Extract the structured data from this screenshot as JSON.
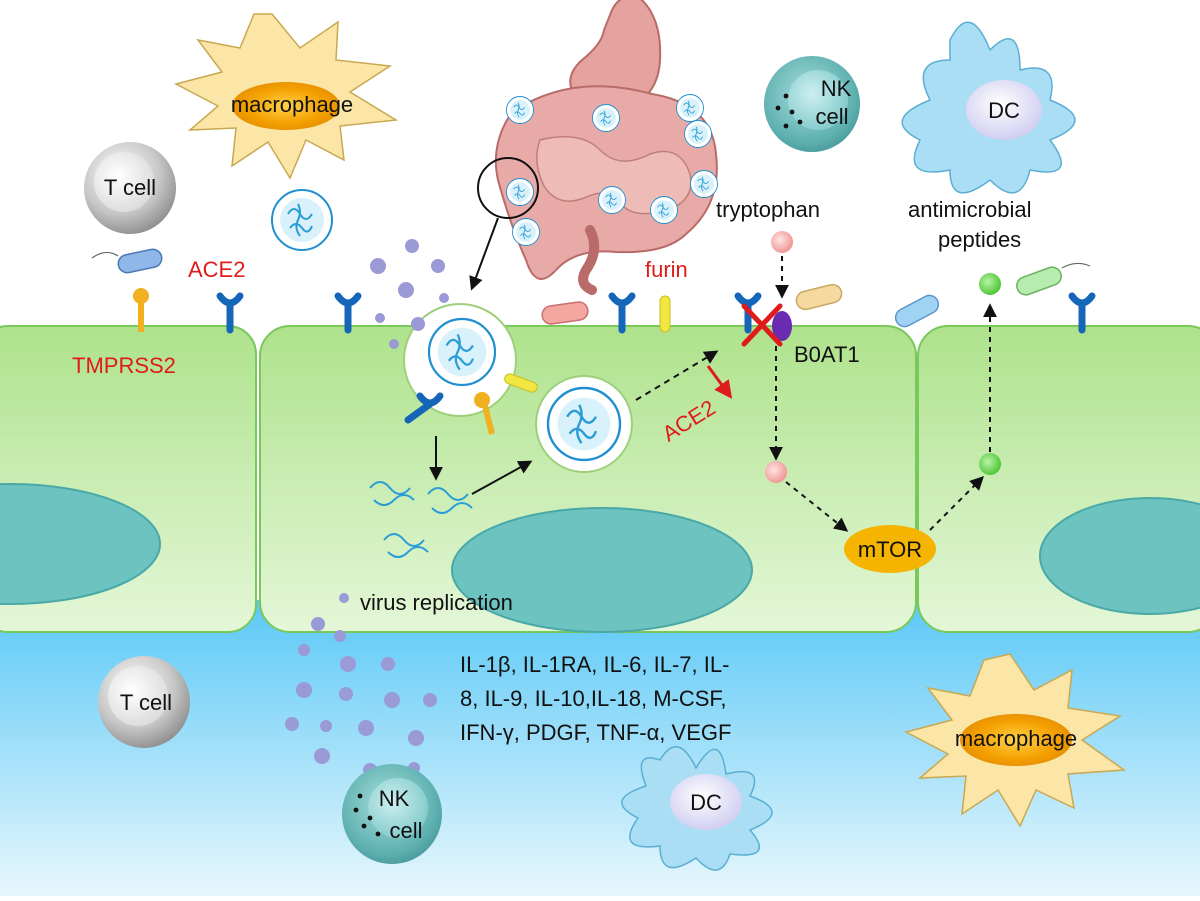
{
  "labels": {
    "macrophage_top": "macrophage",
    "macrophage_bottom": "macrophage",
    "t_cell_top": "T cell",
    "t_cell_bottom": "T cell",
    "nk_top_line1": "NK",
    "nk_top_line2": "cell",
    "nk_bottom_line1": "NK",
    "nk_bottom_line2": "cell",
    "dc_top": "DC",
    "dc_bottom": "DC",
    "ace2_receptor": "ACE2",
    "tmprss2": "TMPRSS2",
    "furin": "furin",
    "tryptophan": "tryptophan",
    "antimicrobial_line1": "antimicrobial",
    "antimicrobial_line2": "peptides",
    "b0at1": "B0AT1",
    "ace2_down": "ACE2",
    "mtor": "mTOR",
    "virus_replication": "virus replication"
  },
  "cytokines": {
    "line1": "IL-1β, IL-1RA, IL-6, IL-7, IL-",
    "line2": "8, IL-9, IL-10,IL-18,  M-CSF,",
    "line3": "IFN-γ, PDGF, TNF-α, VEGF"
  },
  "colors": {
    "receptor_blue": "#1565b8",
    "tmprss2_orange": "#f0b020",
    "furin_yellow": "#f2e640",
    "b0at1_purple": "#6a2bb0",
    "red_text": "#e01b1b",
    "cell_green": "#b8e89a",
    "lumen_blue": "#4fc3f7",
    "nucleus_teal": "#6cc3c0",
    "mtor_orange": "#f4b400",
    "tryptophan_pink": "#f7a6a6",
    "peptide_green": "#5bd142",
    "cytokine_dot": "#9a9ad6"
  }
}
